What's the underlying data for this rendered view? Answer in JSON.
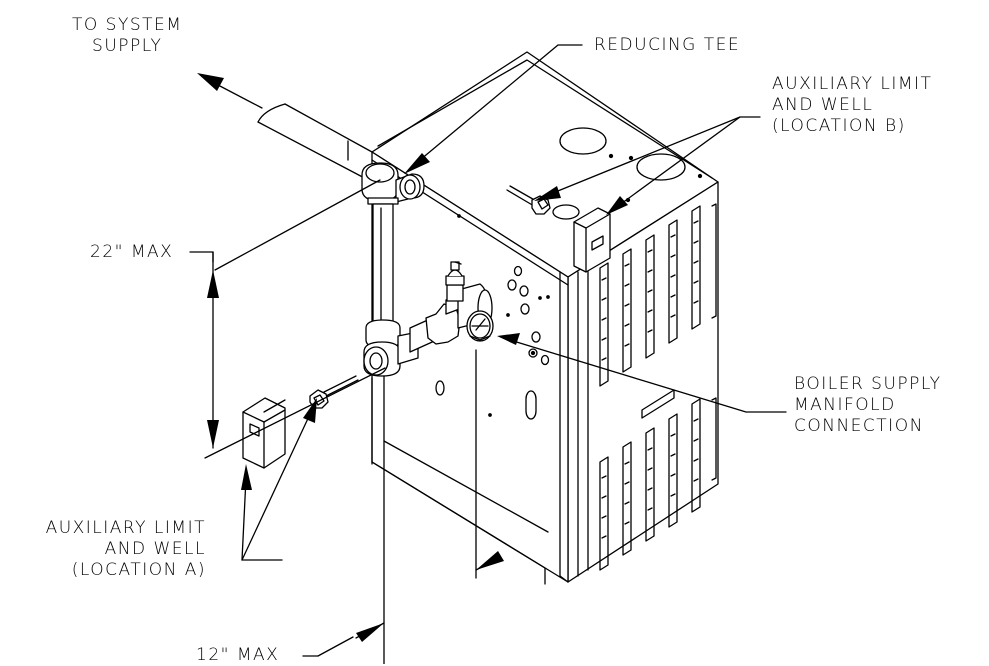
{
  "labels": {
    "to_system_supply": [
      "TO SYSTEM",
      "SUPPLY"
    ],
    "reducing_tee": "REDUCING TEE",
    "aux_limit_b": [
      "AUXILIARY LIMIT",
      "AND WELL",
      "(LOCATION B)"
    ],
    "max_22": "22\" MAX",
    "boiler_supply": [
      "BOILER SUPPLY",
      "MANIFOLD",
      "CONNECTION"
    ],
    "aux_limit_a": [
      "AUXILIARY LIMIT",
      "AND WELL",
      "(LOCATION A)"
    ],
    "max_12": "12\" MAX"
  },
  "colors": {
    "line": "#000000",
    "background": "#ffffff"
  }
}
